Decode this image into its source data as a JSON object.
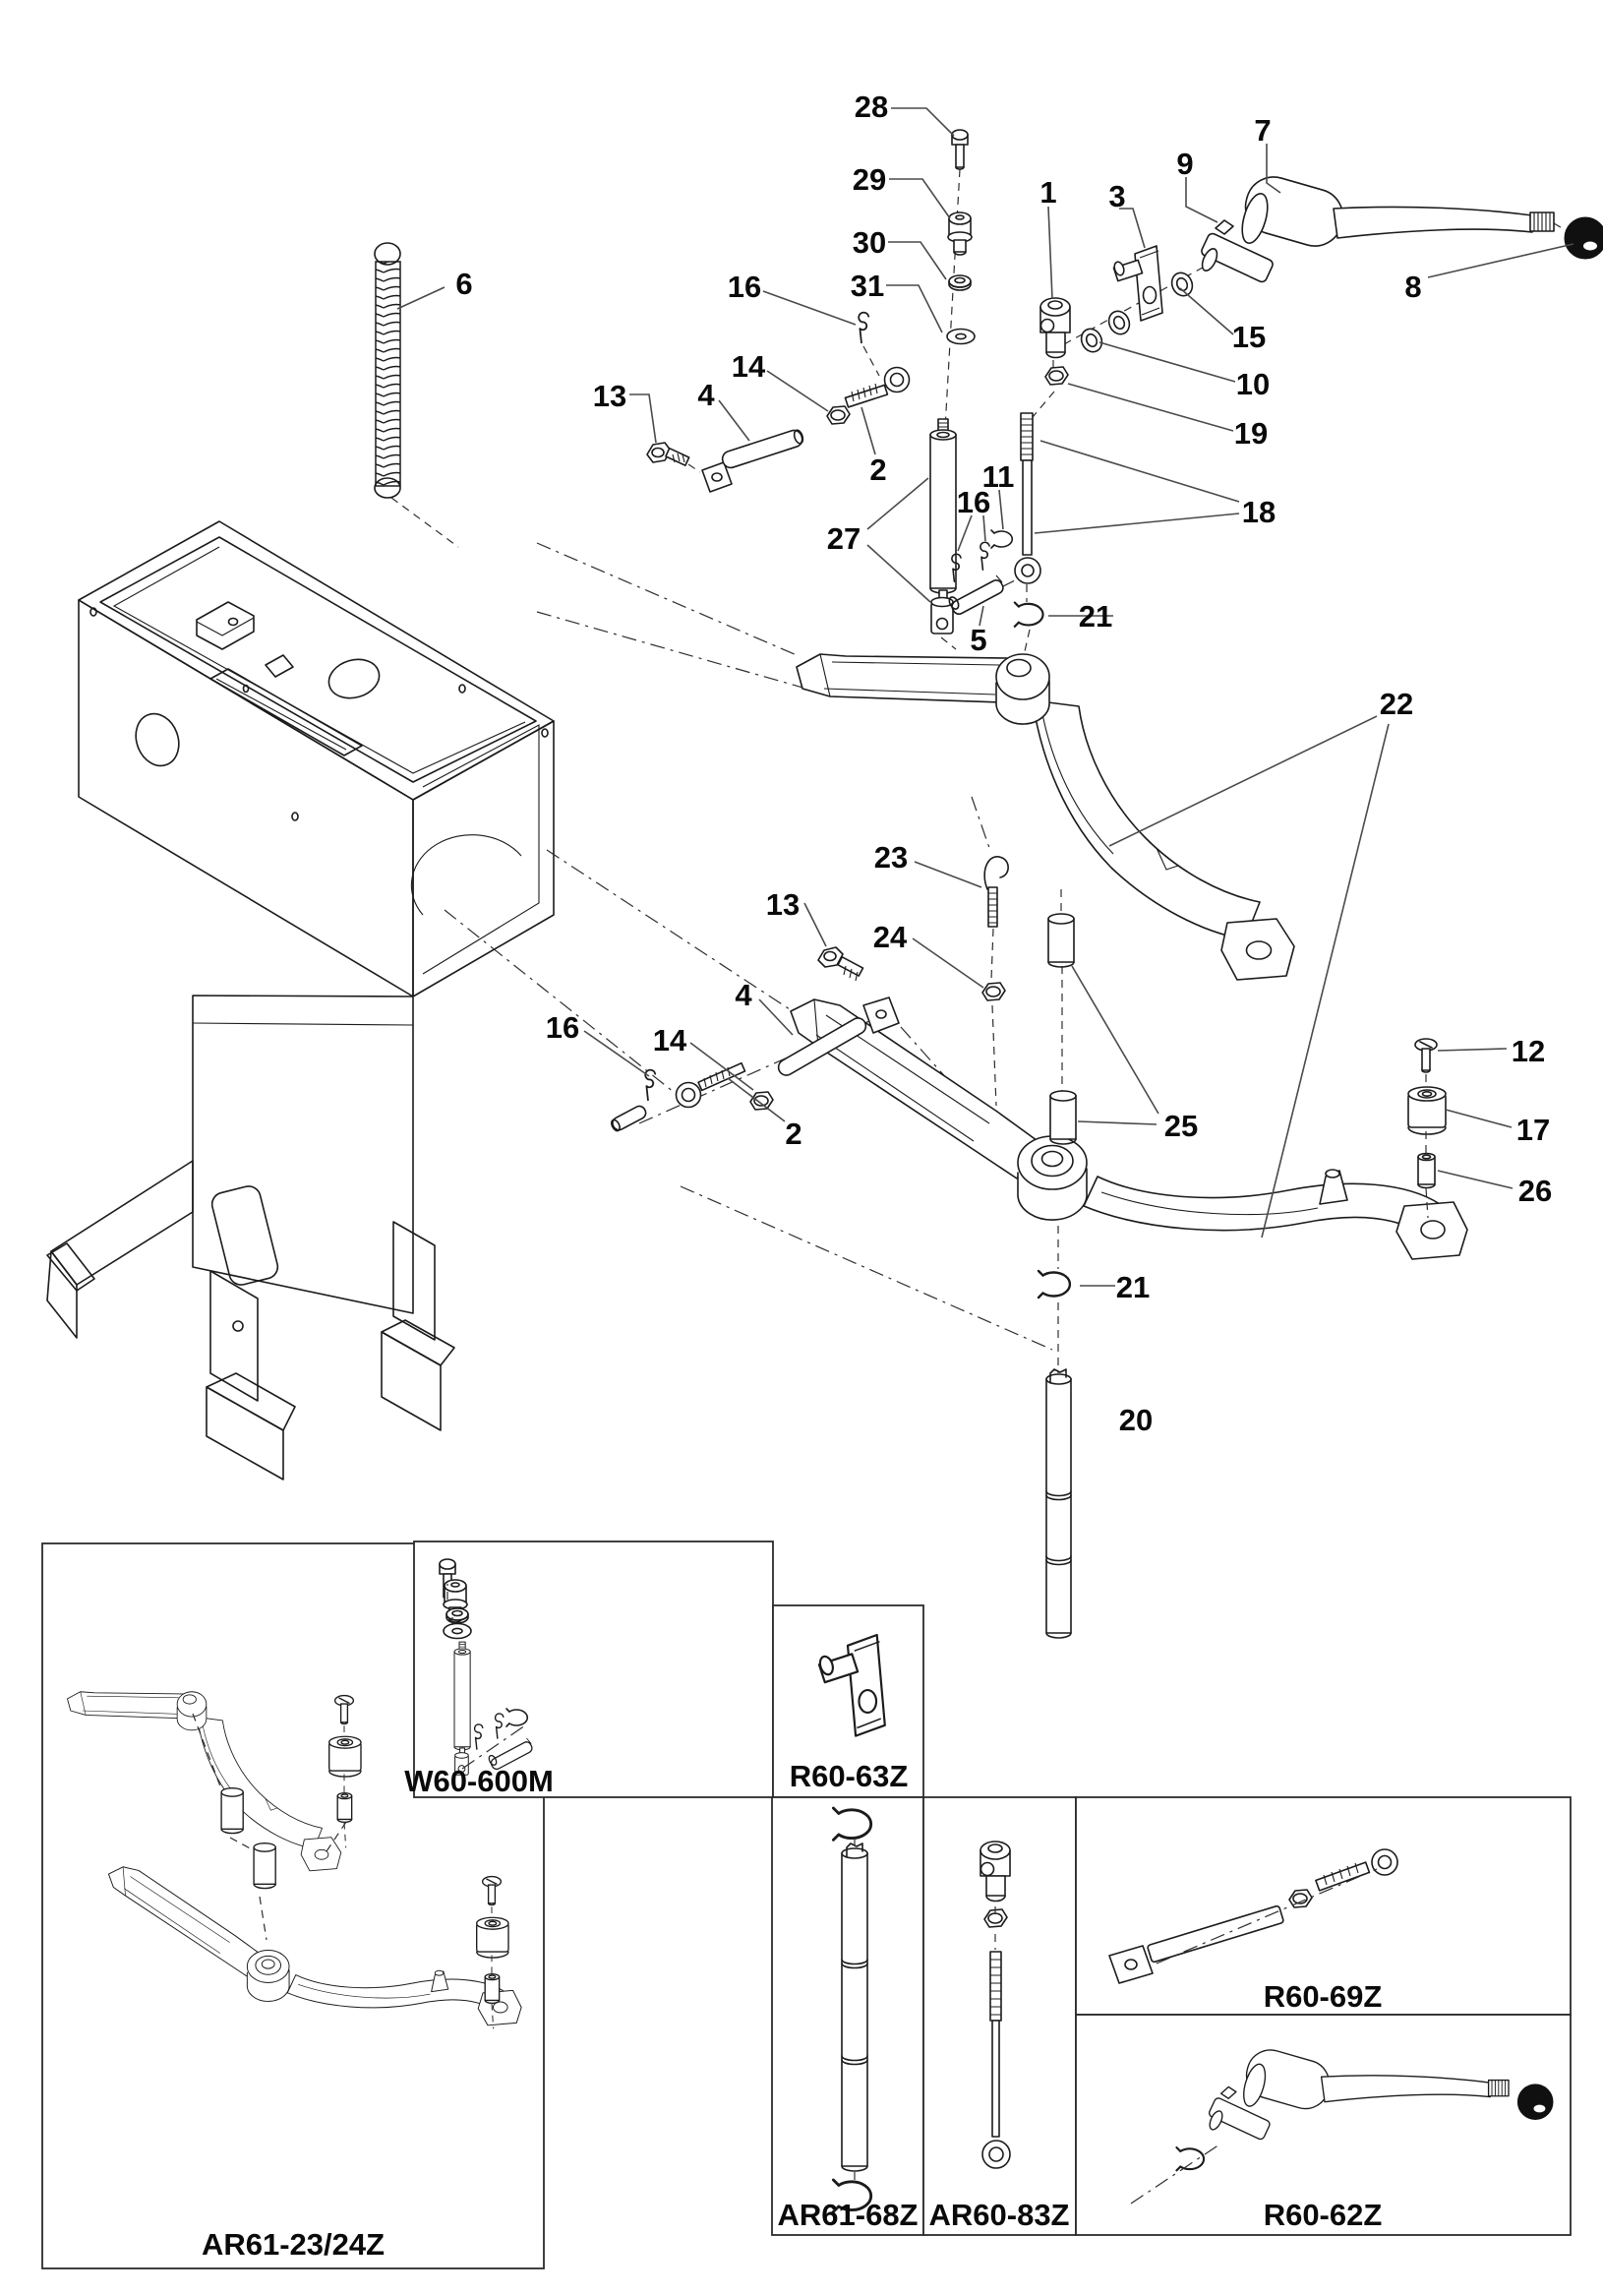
{
  "figure": {
    "type": "exploded-parts-diagram",
    "background": "#ffffff",
    "line_color": "#1b1b1b",
    "accent_black": "#0a0a0a"
  },
  "callouts": {
    "c1": "1",
    "c2": "2",
    "c3": "3",
    "c4": "4",
    "c5": "5",
    "c6": "6",
    "c7": "7",
    "c8": "8",
    "c9": "9",
    "c10": "10",
    "c11": "11",
    "c12": "12",
    "c13": "13",
    "c14": "14",
    "c15": "15",
    "c16": "16",
    "c17": "17",
    "c18": "18",
    "c19": "19",
    "c20": "20",
    "c21": "21",
    "c22": "22",
    "c23": "23",
    "c24": "24",
    "c25": "25",
    "c26": "26",
    "c27": "27",
    "c28": "28",
    "c29": "29",
    "c30": "30",
    "c31": "31"
  },
  "panels": {
    "ar61_23_24z": "AR61-23/24Z",
    "w60_600m": "W60-600M",
    "r60_63z": "R60-63Z",
    "ar61_68z": "AR61-68Z",
    "ar60_83z": "AR60-83Z",
    "r60_69z": "R60-69Z",
    "r60_62z": "R60-62Z"
  }
}
